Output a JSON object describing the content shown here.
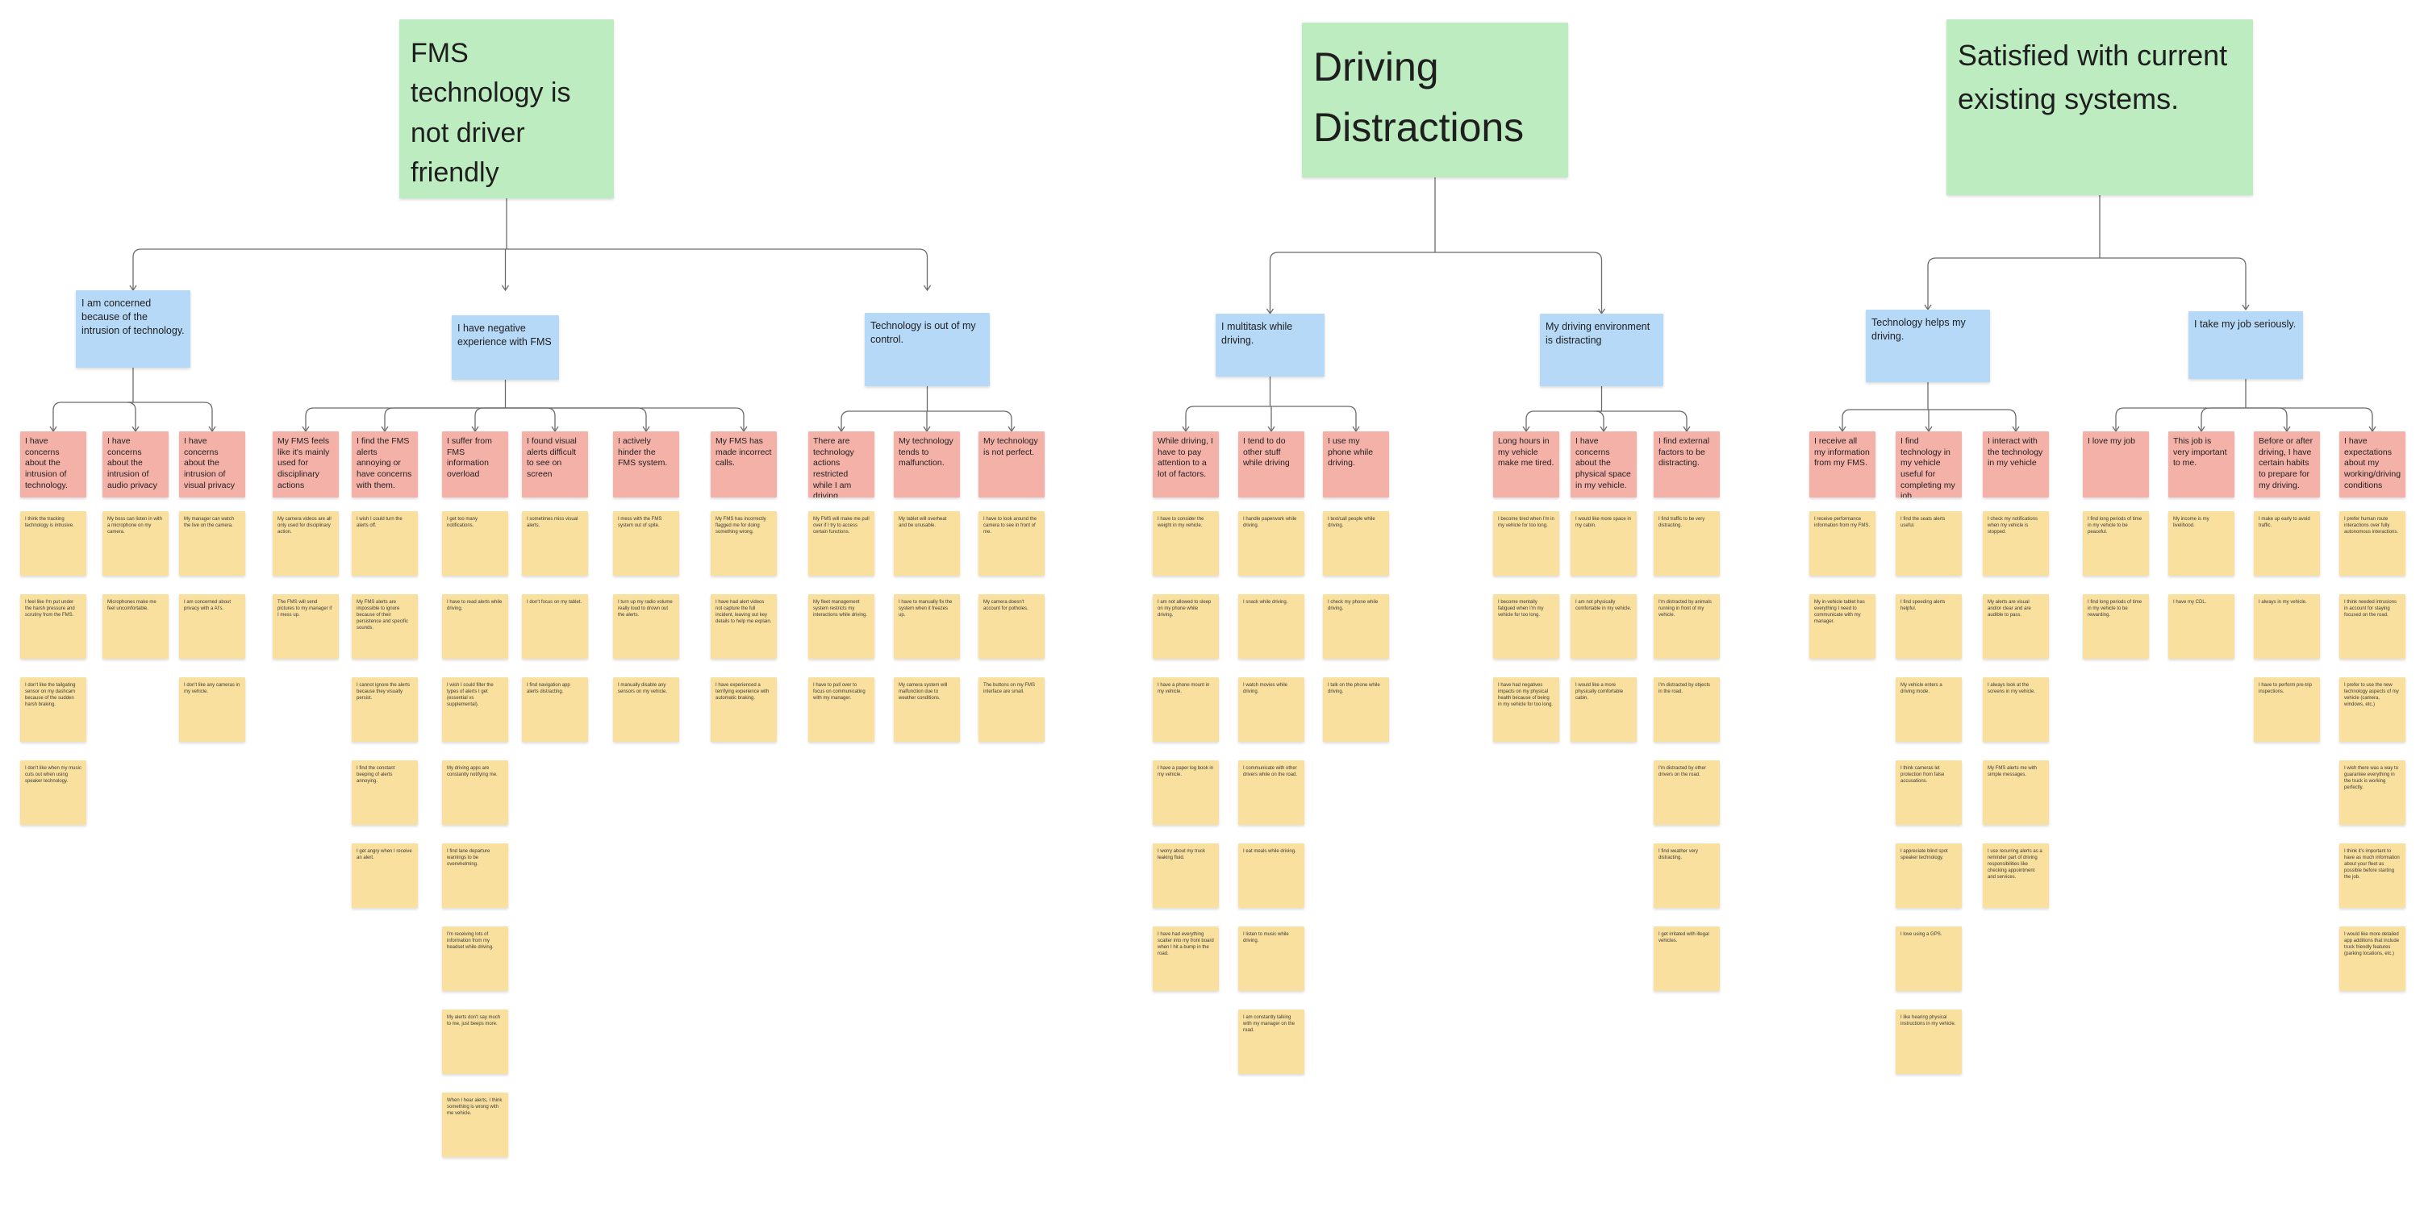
{
  "themes": [
    {
      "title": "FMS technology is not driver friendly",
      "groups": [
        {
          "title": "I am concerned because of the intrusion of technology.",
          "clusters": [
            {
              "title": "I have concerns about the intrusion of technology.",
              "notes": [
                "I think the tracking technology is intrusive.",
                "I feel like I'm put under the harsh pressure and scrutiny from the FMS.",
                "I don't like the tailgating sensor on my dashcam because of the sudden harsh braking.",
                "I don't like when my music cuts out when using speaker technology."
              ]
            },
            {
              "title": "I have concerns about the intrusion of audio privacy",
              "notes": [
                "My boss can listen in with a microphone on my camera.",
                "Microphones make me feel uncomfortable."
              ]
            },
            {
              "title": "I have concerns about the intrusion of visual privacy",
              "notes": [
                "My manager can watch the live on the camera.",
                "I am concerned about privacy with a AI's.",
                "I don't like any cameras in my vehicle."
              ]
            }
          ]
        },
        {
          "title": "I have negative experience with FMS",
          "clusters": [
            {
              "title": "My FMS feels like it's mainly used for disciplinary actions",
              "notes": [
                "My camera videos are all only used for disciplinary action.",
                "The FMS will send pictures to my manager if I mess up."
              ]
            },
            {
              "title": "I find the FMS alerts annoying or have concerns with them.",
              "notes": [
                "I wish I could turn the alerts off.",
                "My FMS alerts are impossible to ignore because of their persistence and specific sounds.",
                "I cannot ignore the alerts because they visually persist.",
                "I find the constant beeping of alerts annoying.",
                "I get angry when I receive an alert."
              ]
            },
            {
              "title": "I suffer from FMS information overload",
              "notes": [
                "I get too many notifications.",
                "I have to read alerts while driving.",
                "I wish I could filter the types of alerts I get (essential vs supplemental).",
                "My driving apps are constantly notifying me.",
                "I find lane departure warnings to be overwhelming.",
                "I'm receiving lots of information from my headset while driving.",
                "My alerts don't say much to me, just beeps more.",
                "When I hear alerts, I think something is wrong with me vehicle."
              ]
            },
            {
              "title": "I found visual alerts difficult to see on screen",
              "notes": [
                "I sometimes miss visual alerts.",
                "I don't focus on my tablet.",
                "I find navigation app alerts distracting."
              ]
            },
            {
              "title": "I actively hinder the FMS system.",
              "notes": [
                "I mess with the FMS system out of spite.",
                "I turn up my radio volume really loud to drown out the alerts.",
                "I manually disable any sensors on my vehicle."
              ]
            },
            {
              "title": "My FMS has made incorrect calls.",
              "notes": [
                "My FMS has incorrectly flagged me for doing something wrong.",
                "I have had alert videos not capture the full incident, leaving out key details to help me explain.",
                "I have experienced a terrifying experience with automatic braking."
              ]
            }
          ]
        },
        {
          "title": "Technology is out of my control.",
          "clusters": [
            {
              "title": "There are technology actions restricted while I am driving",
              "notes": [
                "My FMS will make me pull over if I try to access certain functions.",
                "My fleet management system restricts my interactions while driving.",
                "I have to pull over to focus on communicating with my manager."
              ]
            },
            {
              "title": "My technology tends to malfunction.",
              "notes": [
                "My tablet will overheat and be unusable.",
                "I have to manually fix the system when it freezes up.",
                "My camera system will malfunction due to weather conditions."
              ]
            },
            {
              "title": "My technology is not perfect.",
              "notes": [
                "I have to look around the camera to see in front of me.",
                "My camera doesn't account for potholes.",
                "The buttons on my FMS interface are small."
              ]
            }
          ]
        }
      ]
    },
    {
      "title": "Driving Distractions",
      "groups": [
        {
          "title": "I multitask while driving.",
          "clusters": [
            {
              "title": "While driving, I have to pay attention to a lot of factors.",
              "notes": [
                "I have to consider the weight in my vehicle.",
                "I am not allowed to sleep on my phone while driving.",
                "I have a phone mount in my vehicle.",
                "I have a paper log book in my vehicle.",
                "I worry about my truck leaking fluid.",
                "I have had everything scatter into my front board when I hit a bump in the road."
              ]
            },
            {
              "title": "I tend to do other stuff while driving",
              "notes": [
                "I handle paperwork while driving.",
                "I snack while driving.",
                "I watch movies while driving.",
                "I communicate with other drivers while on the road.",
                "I eat meals while driving.",
                "I listen to music while driving.",
                "I am constantly talking with my manager on the road."
              ]
            },
            {
              "title": "I use my phone while driving.",
              "notes": [
                "I text/call people while driving.",
                "I check my phone while driving.",
                "I talk on the phone while driving."
              ]
            }
          ]
        },
        {
          "title": "My driving environment is distracting",
          "clusters": [
            {
              "title": "Long hours in my vehicle make me tired.",
              "notes": [
                "I become tired when I'm in my vehicle for too long.",
                "I become mentally fatigued when I'm my vehicle for too long.",
                "I have had negatives impacts on my physical health because of being in my vehicle for too long."
              ]
            },
            {
              "title": "I have concerns about the physical space in my vehicle.",
              "notes": [
                "I would like more space in my cabin.",
                "I am not physically comfortable in my vehicle.",
                "I would like a more physically comfortable cabin."
              ]
            },
            {
              "title": "I find external factors to be distracting.",
              "notes": [
                "I find traffic to be very distracting.",
                "I'm distracted by animals running in front of my vehicle.",
                "I'm distracted by objects in the road.",
                "I'm distracted by other drivers on the road.",
                "I find weather very distracting.",
                "I get irritated with illegal vehicles."
              ]
            }
          ]
        }
      ]
    },
    {
      "title": "Satisfied with current existing systems.",
      "groups": [
        {
          "title": "Technology helps my driving.",
          "clusters": [
            {
              "title": "I receive all my information from my FMS.",
              "notes": [
                "I receive performance information from my FMS.",
                "My in-vehicle tablet has everything I need to communicate with my manager."
              ]
            },
            {
              "title": "I find technology in my vehicle useful for completing my job",
              "notes": [
                "I find the seats alerts useful.",
                "I find speeding alerts helpful.",
                "My vehicle enters a driving mode.",
                "I think cameras let protection from false accusations.",
                "I appreciate blind spot speaker technology.",
                "I love using a GPS.",
                "I like hearing physical instructions in my vehicle."
              ]
            },
            {
              "title": "I interact with the technology in my vehicle",
              "notes": [
                "I check my notifications when my vehicle is stopped.",
                "My alerts are visual and/or clear and are audible to pass.",
                "I always look at the screens in my vehicle.",
                "My FMS alerts me with simple messages.",
                "I use recurring alerts as a reminder part of driving responsibilities like checking appointment and services."
              ]
            }
          ]
        },
        {
          "title": "I take my job seriously.",
          "clusters": [
            {
              "title": "I love my job",
              "notes": [
                "I find long periods of time in my vehicle to be peaceful.",
                "I find long periods of time in my vehicle to be rewarding."
              ]
            },
            {
              "title": "This job is very important to me.",
              "notes": [
                "My income is my livelihood.",
                "I have my CDL."
              ]
            },
            {
              "title": "Before or after driving, I have certain habits to prepare for my driving.",
              "notes": [
                "I make up early to avoid traffic.",
                "I always in my vehicle.",
                "I have to perform pre-trip inspections."
              ]
            },
            {
              "title": "I have expectations about my working/driving conditions",
              "notes": [
                "I prefer human route interactions over fully autonomous interactions.",
                "I think needed intrusions in account for staying focused on the road.",
                "I prefer to use the new technology aspects of my vehicle (camera, windows, etc.)",
                "I wish there was a way to guarantee everything in the truck is working perfectly.",
                "I think it's important to have as much information about your fleet as possible before starting the job.",
                "I would like more detailed app additions that include truck friendly features (parking locations, etc.)"
              ]
            }
          ]
        }
      ]
    }
  ],
  "colors": {
    "theme": "#bdecc1",
    "group": "#b6d9f8",
    "cluster": "#f4b1a8",
    "insight": "#f9e09e",
    "connector": "#6b6b6b"
  }
}
